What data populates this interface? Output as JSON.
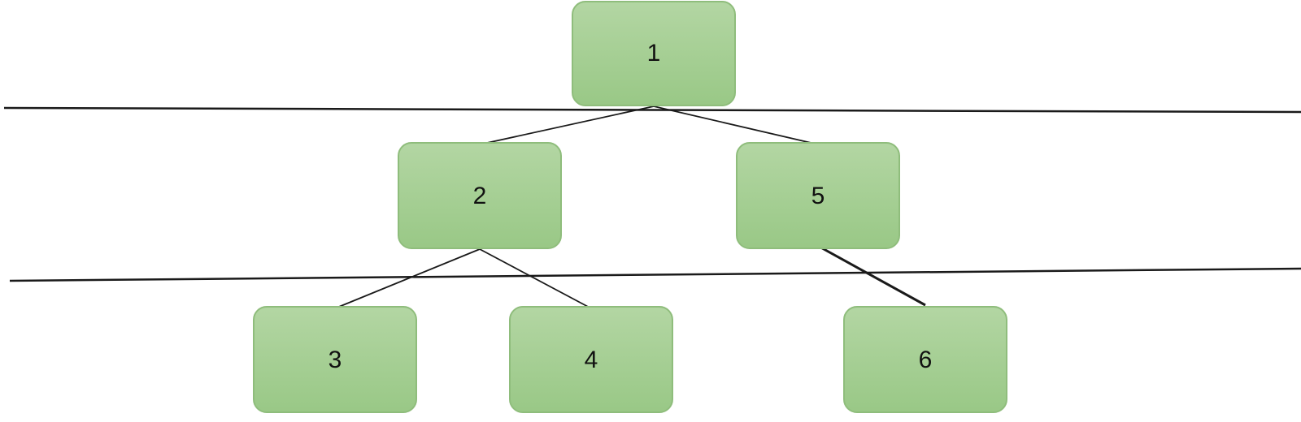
{
  "diagram": {
    "type": "tree",
    "nodes": [
      {
        "id": "n1",
        "label": "1"
      },
      {
        "id": "n2",
        "label": "2"
      },
      {
        "id": "n5",
        "label": "5"
      },
      {
        "id": "n3",
        "label": "3"
      },
      {
        "id": "n4",
        "label": "4"
      },
      {
        "id": "n6",
        "label": "6"
      }
    ],
    "edges": [
      {
        "from": "1",
        "to": "2"
      },
      {
        "from": "1",
        "to": "5"
      },
      {
        "from": "2",
        "to": "3"
      },
      {
        "from": "2",
        "to": "4"
      },
      {
        "from": "5",
        "to": "6"
      }
    ],
    "colors": {
      "node_fill_top": "#b3d6a3",
      "node_fill_bottom": "#99c886",
      "node_stroke": "#8fbd7c",
      "line": "#1a1a1a"
    }
  }
}
